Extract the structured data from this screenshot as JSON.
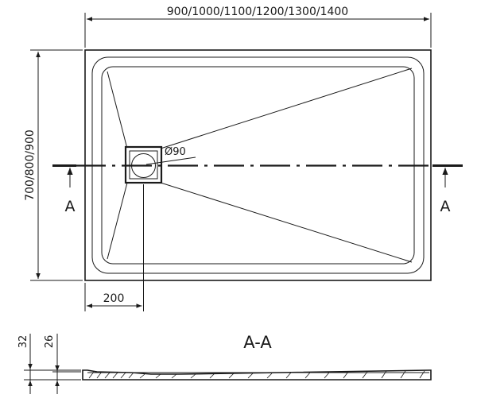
{
  "dimensions": {
    "width_label": "900/1000/1100/1200/1300/1400",
    "depth_label": "700/800/900",
    "drain_offset_label": "200",
    "drain_diameter_label": "Ø90",
    "total_height_label": "32",
    "edge_height_label": "26"
  },
  "section": {
    "marker_left": "A",
    "marker_right": "A",
    "title": "A-A"
  }
}
